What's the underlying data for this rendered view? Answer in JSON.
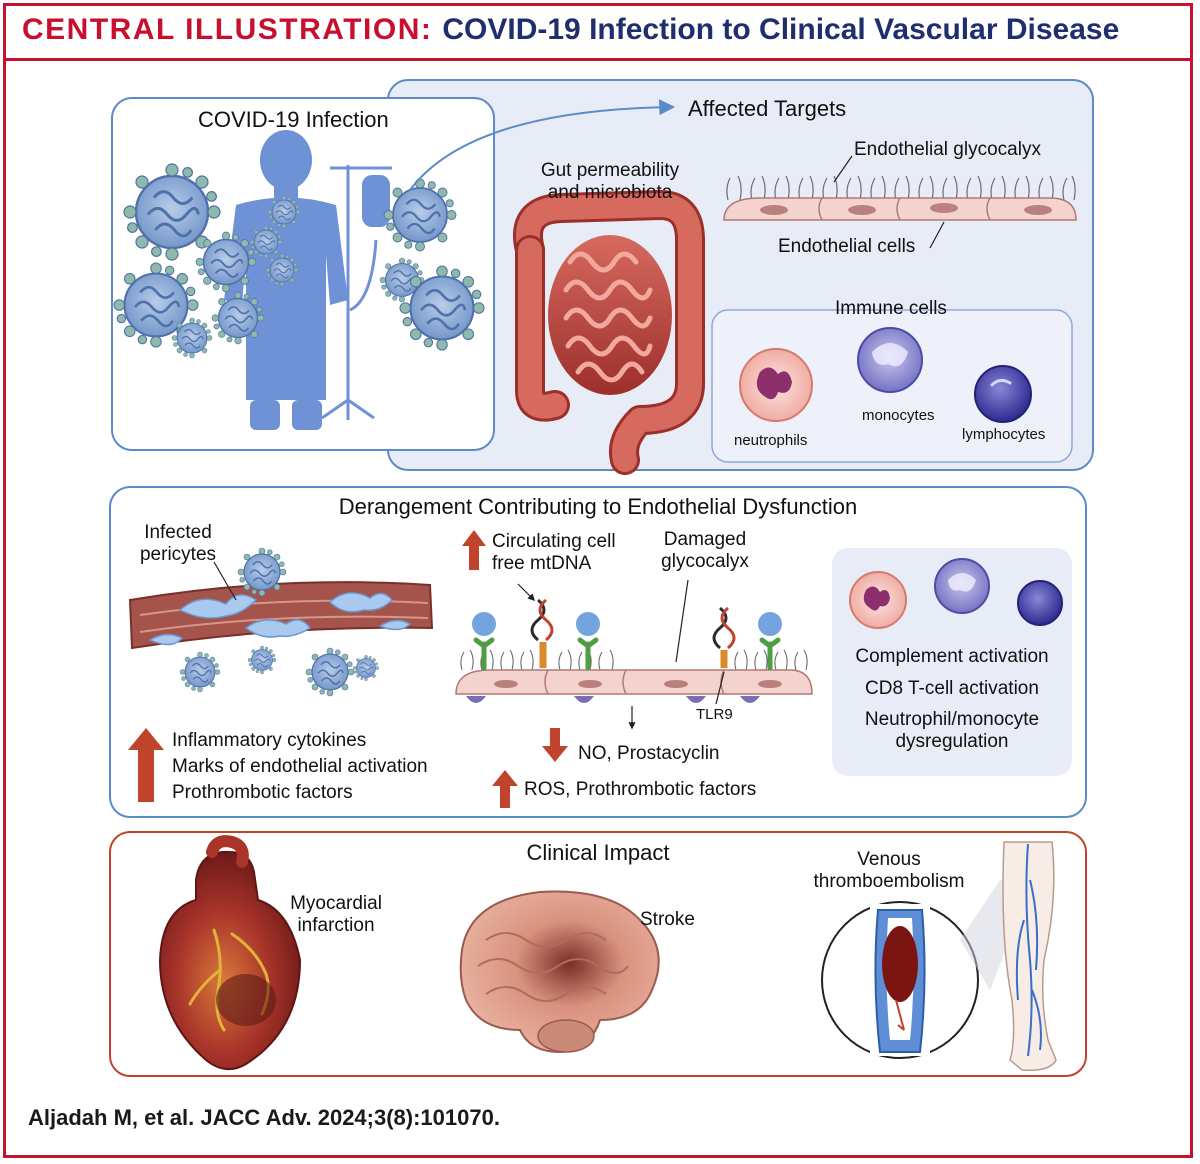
{
  "header": {
    "title_prefix": "CENTRAL ILLUSTRATION:",
    "title_main": "COVID-19 Infection to Clinical Vascular Disease"
  },
  "infection_panel": {
    "title": "COVID-19  Infection"
  },
  "targets_panel": {
    "title": "Affected Targets",
    "gut_label_line1": "Gut permeability",
    "gut_label_line2": "and microbiota",
    "glycocalyx_label": "Endothelial glycocalyx",
    "endothelial_cells_label": "Endothelial cells",
    "immune_title": "Immune cells",
    "neutrophils": "neutrophils",
    "monocytes": "monocytes",
    "lymphocytes": "lymphocytes"
  },
  "derangement_panel": {
    "title": "Derangement Contributing to Endothelial Dysfunction",
    "pericytes_line1": "Infected",
    "pericytes_line2": "pericytes",
    "mtdna_line1": "Circulating cell",
    "mtdna_line2": "free mtDNA",
    "damaged_line1": "Damaged",
    "damaged_line2": "glycocalyx",
    "tlr9": "TLR9",
    "left_list": [
      "Inflammatory cytokines",
      "Marks of endothelial activation",
      "Prothrombotic factors"
    ],
    "no_label": "NO, Prostacyclin",
    "ros_label": "ROS, Prothrombotic factors",
    "immune_list": [
      "Complement activation",
      "CD8 T-cell activation",
      "Neutrophil/monocyte",
      "dysregulation"
    ]
  },
  "impact_panel": {
    "title": "Clinical Impact",
    "mi_line1": "Myocardial",
    "mi_line2": "infarction",
    "stroke": "Stroke",
    "vte_line1": "Venous",
    "vte_line2": "thromboembolism"
  },
  "citation": "Aljadah M, et al. JACC Adv. 2024;3(8):101070.",
  "colors": {
    "accent_red": "#c8102e",
    "title_blue": "#1f2f6e",
    "panel_border_blue": "#5b8bc9",
    "panel_fill": "#e8ecf6",
    "arrow_red": "#c0432b"
  }
}
